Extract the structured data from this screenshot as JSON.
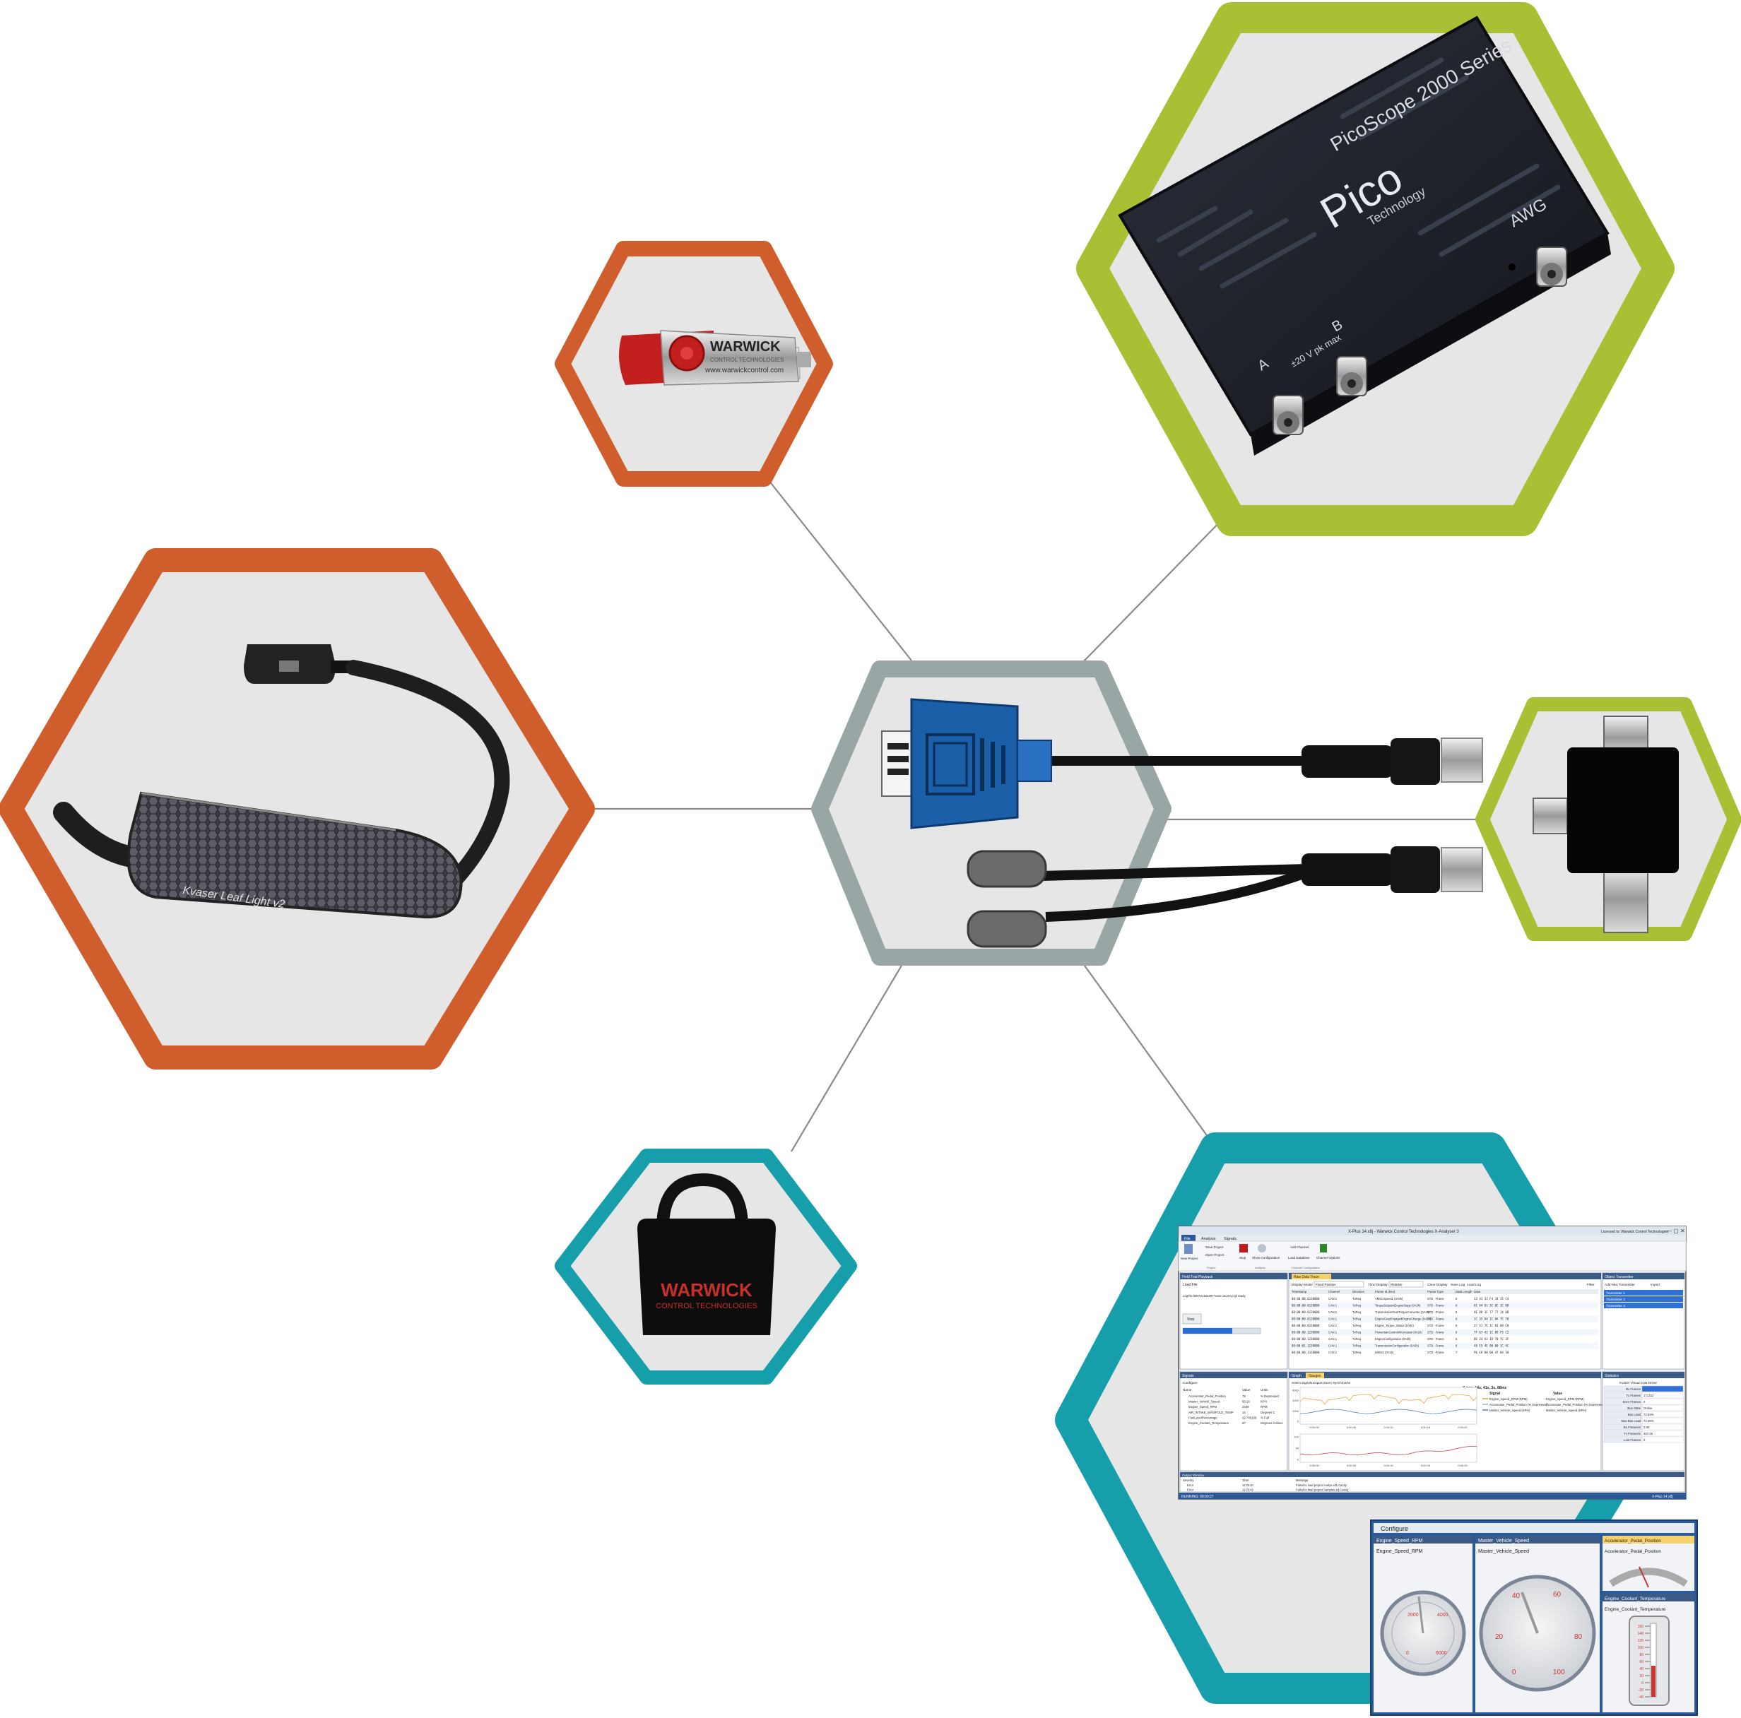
{
  "colors": {
    "orange": "#d05e2c",
    "green": "#a8c034",
    "teal": "#169fab",
    "gray_ring": "#98a6a6",
    "hex_fill": "#e7e6e7",
    "connector": "#8a8a8a",
    "ribbon": "#1b5fa8"
  },
  "usb_stick": {
    "brand": "WARWICK",
    "tagline": "CONTROL TECHNOLOGIES",
    "url": "www.warwickcontrol.com"
  },
  "can_interface": {
    "label": "Kvaser Leaf Light v2"
  },
  "picoscope": {
    "series": "PicoScope 2000 Series",
    "logo": "Pico",
    "logo_sub": "Technology",
    "awg": "AWG",
    "ch_a": "A",
    "ch_b": "B",
    "warning": "±20 V pk max"
  },
  "bag": {
    "brand": "WARWICK",
    "tagline": "CONTROL TECHNOLOGIES"
  },
  "software": {
    "window_title": "X-Plus 14.x8j - Warwick Control Technologies X-Analyser 3",
    "licensed": "Licensed to: Warwick Control Technologies",
    "tabs": [
      "File",
      "Analysis",
      "Signals"
    ],
    "ribbon": {
      "new_project": "New Project",
      "save_project": "Save Project",
      "open_project": "Open Project",
      "stop": "Stop",
      "show_config": "Show Configuration",
      "add_channel": "Add Channel",
      "load_database": "Load Database",
      "channel_options": "Channel Options",
      "group_project": "Project",
      "group_analysis": "Analysis",
      "group_channel": "Channel Configuration"
    },
    "playback": {
      "title": "Field Trial Playback",
      "load_file": "Load File",
      "status": "LogFile.08071i110229 Frame-Journey.xpl ready",
      "stop": "Stop"
    },
    "trace": {
      "tab": "Raw Data Trace",
      "display_mode_label": "Display Mode:",
      "display_mode": "Fixed Position",
      "time_display_label": "Time Display:",
      "time_display": "Relative",
      "clear": "Clear Display",
      "save": "Save Log",
      "load": "Load Log",
      "filter": "Filter",
      "headers": [
        "Timestamp",
        "Channel",
        "Direction",
        "Frame Id (hex)",
        "Frame Type",
        "Data Length",
        "Data"
      ],
      "rows": [
        [
          "00:00:00.0130000",
          "CAN 1",
          "TxReq",
          "VMSCSpeed1 (0A0h)",
          "STD - Frame",
          "8",
          "33 43 31 F4 34 35 C4"
        ],
        [
          "00:00:00.0120000",
          "CAN 1",
          "TxReq",
          "TorqueSetpointEngineStage (0A3h)",
          "STD - Frame",
          "8",
          "81 A4 01 3C 0C 1C 00"
        ],
        [
          "00:00:00.0120000",
          "CAN 1",
          "TxReq",
          "TransmissionGearTorqueConverter (0A1h)",
          "STD - Frame",
          "8",
          "4E D8 1F 77 77 14 0B"
        ],
        [
          "00:00:00.0120000",
          "CAN 1",
          "TxReq",
          "EngineGearEngagedEngineChange (0AEh)",
          "STD - Frame",
          "8",
          "1C 35 D4 1C 0A 7E 70"
        ],
        [
          "00:00:00.0120000",
          "CAN 1",
          "TxReq",
          "Engine_Torque_Status (0A0h)",
          "STD - Frame",
          "8",
          "37 51 7E 1C 01 08 C0"
        ],
        [
          "00:00:00.1230000",
          "CAN 1",
          "TxReq",
          "PowertrainControlInformation (0A1h)",
          "STD - Frame",
          "8",
          "7F 67 42 1C 09 F5 C2"
        ],
        [
          "00:00:00.1230000",
          "CAN 1",
          "TxReq",
          "EngineConfiguration (0A3h)",
          "STD - Frame",
          "8",
          "BE 24 A3 1D 70 7C 3F"
        ],
        [
          "00:00:01.1230000",
          "CAN 1",
          "TxReq",
          "TransmissionConfiguration (0A5h)",
          "STD - Frame",
          "8",
          "48 E5 4E 00 00 1C 4C"
        ],
        [
          "00:00:00.1320000",
          "CAN 1",
          "TxReq",
          "Brk021 (0A1h)",
          "STD - Frame",
          "7",
          "96 E8 00 00 47 84 30"
        ]
      ]
    },
    "transmitter": {
      "title": "Object Transmitter",
      "add": "Add New Transmitter",
      "import": "Import",
      "items": [
        "Transmitter 1",
        "Transmitter 2",
        "Transmitter 3"
      ]
    },
    "signals": {
      "title": "Signals",
      "configure": "Configure",
      "headers": [
        "Name",
        "Value",
        "Units"
      ],
      "rows": [
        [
          "Accelerator_Pedal_Position",
          "79",
          "% Depressed"
        ],
        [
          "Master_Vehicle_Speed",
          "93.24",
          "KPH"
        ],
        [
          "Engine_Speed_RPM",
          "2349",
          "RPM"
        ],
        [
          "AIR_INTAKE_MANIFOLD_TEMP",
          "14",
          "Degrees C"
        ],
        [
          "FuelLevelPercentage",
          "22.745100",
          "% Full"
        ],
        [
          "Engine_Coolant_Temperature",
          "87",
          "Degrees Celsius"
        ]
      ]
    },
    "graph": {
      "tabs": [
        "Graph",
        "Gauges"
      ],
      "toolbar": "Select Signals   Export   Zoom   Synchronise",
      "cursor": "X pos: 14s, 41s, 3s, 88ms",
      "col_signal": "Signal",
      "col_value": "Value",
      "legend": [
        [
          "Engine_Speed_RPM (RPM)",
          "Engine_Speed_RPM (RPM)"
        ],
        [
          "Accelerator_Pedal_Position (% Depressed)",
          "Accelerator_Pedal_Position (% Depressed)"
        ],
        [
          "Master_Vehicle_Speed (KPH)",
          "Master_Vehicle_Speed (KPH)"
        ]
      ],
      "x_ticks": [
        "0:00:00",
        "0:00:05",
        "0:00:10",
        "0:00:15",
        "0:00:20"
      ],
      "y_ticks_top": [
        "6000",
        "4000",
        "2000",
        "0"
      ],
      "y_ticks_bottom": [
        "100",
        "50",
        "0"
      ]
    },
    "statistics": {
      "title": "Statistics",
      "channel": "Kvaser Virtual CAN Driver",
      "rows": [
        [
          "Rx Frames",
          ""
        ],
        [
          "Tx Frames",
          "171322"
        ],
        [
          "Error Frames",
          "0"
        ],
        [
          "Bus State",
          "Online"
        ],
        [
          "Bus Load",
          "72.94%"
        ],
        [
          "Max Bus Load",
          "72.95%"
        ],
        [
          "Rx Frames/s",
          "0.00"
        ],
        [
          "Tx Frames/s",
          "407.00"
        ],
        [
          "Lost Frames",
          "0"
        ]
      ]
    },
    "output": {
      "title": "Output Window",
      "headers": [
        "Severity",
        "Time",
        "Message"
      ],
      "rows": [
        [
          "Error",
          "11:25:40",
          "Failed to load project Analys.xdb Candy"
        ],
        [
          "Error",
          "11:25:42",
          "Failed to load project Samples.xdj Candy"
        ]
      ]
    },
    "status_bar": "RUNNING: 00:00:27",
    "status_right": "X-Plus 14.x8j"
  },
  "gauges": {
    "configure": "Configure",
    "panels": [
      {
        "title": "Engine_Speed_RPM",
        "label": "Engine_Speed_RPM",
        "ticks": [
          "2000",
          "4000",
          "0",
          "6000"
        ]
      },
      {
        "title": "Master_Vehicle_Speed",
        "label": "Master_Vehicle_Speed",
        "ticks": [
          "40",
          "60",
          "20",
          "80",
          "0",
          "100"
        ]
      },
      {
        "title": "Accelerator_Pedal_Position",
        "label": "Accelerator_Pedal_Position"
      },
      {
        "title": "Engine_Coolant_Temperature",
        "label": "Engine_Coolant_Temperature",
        "ticks": [
          "160",
          "140",
          "120",
          "100",
          "80",
          "60",
          "40",
          "20",
          "0",
          "-20",
          "-40"
        ]
      }
    ]
  }
}
